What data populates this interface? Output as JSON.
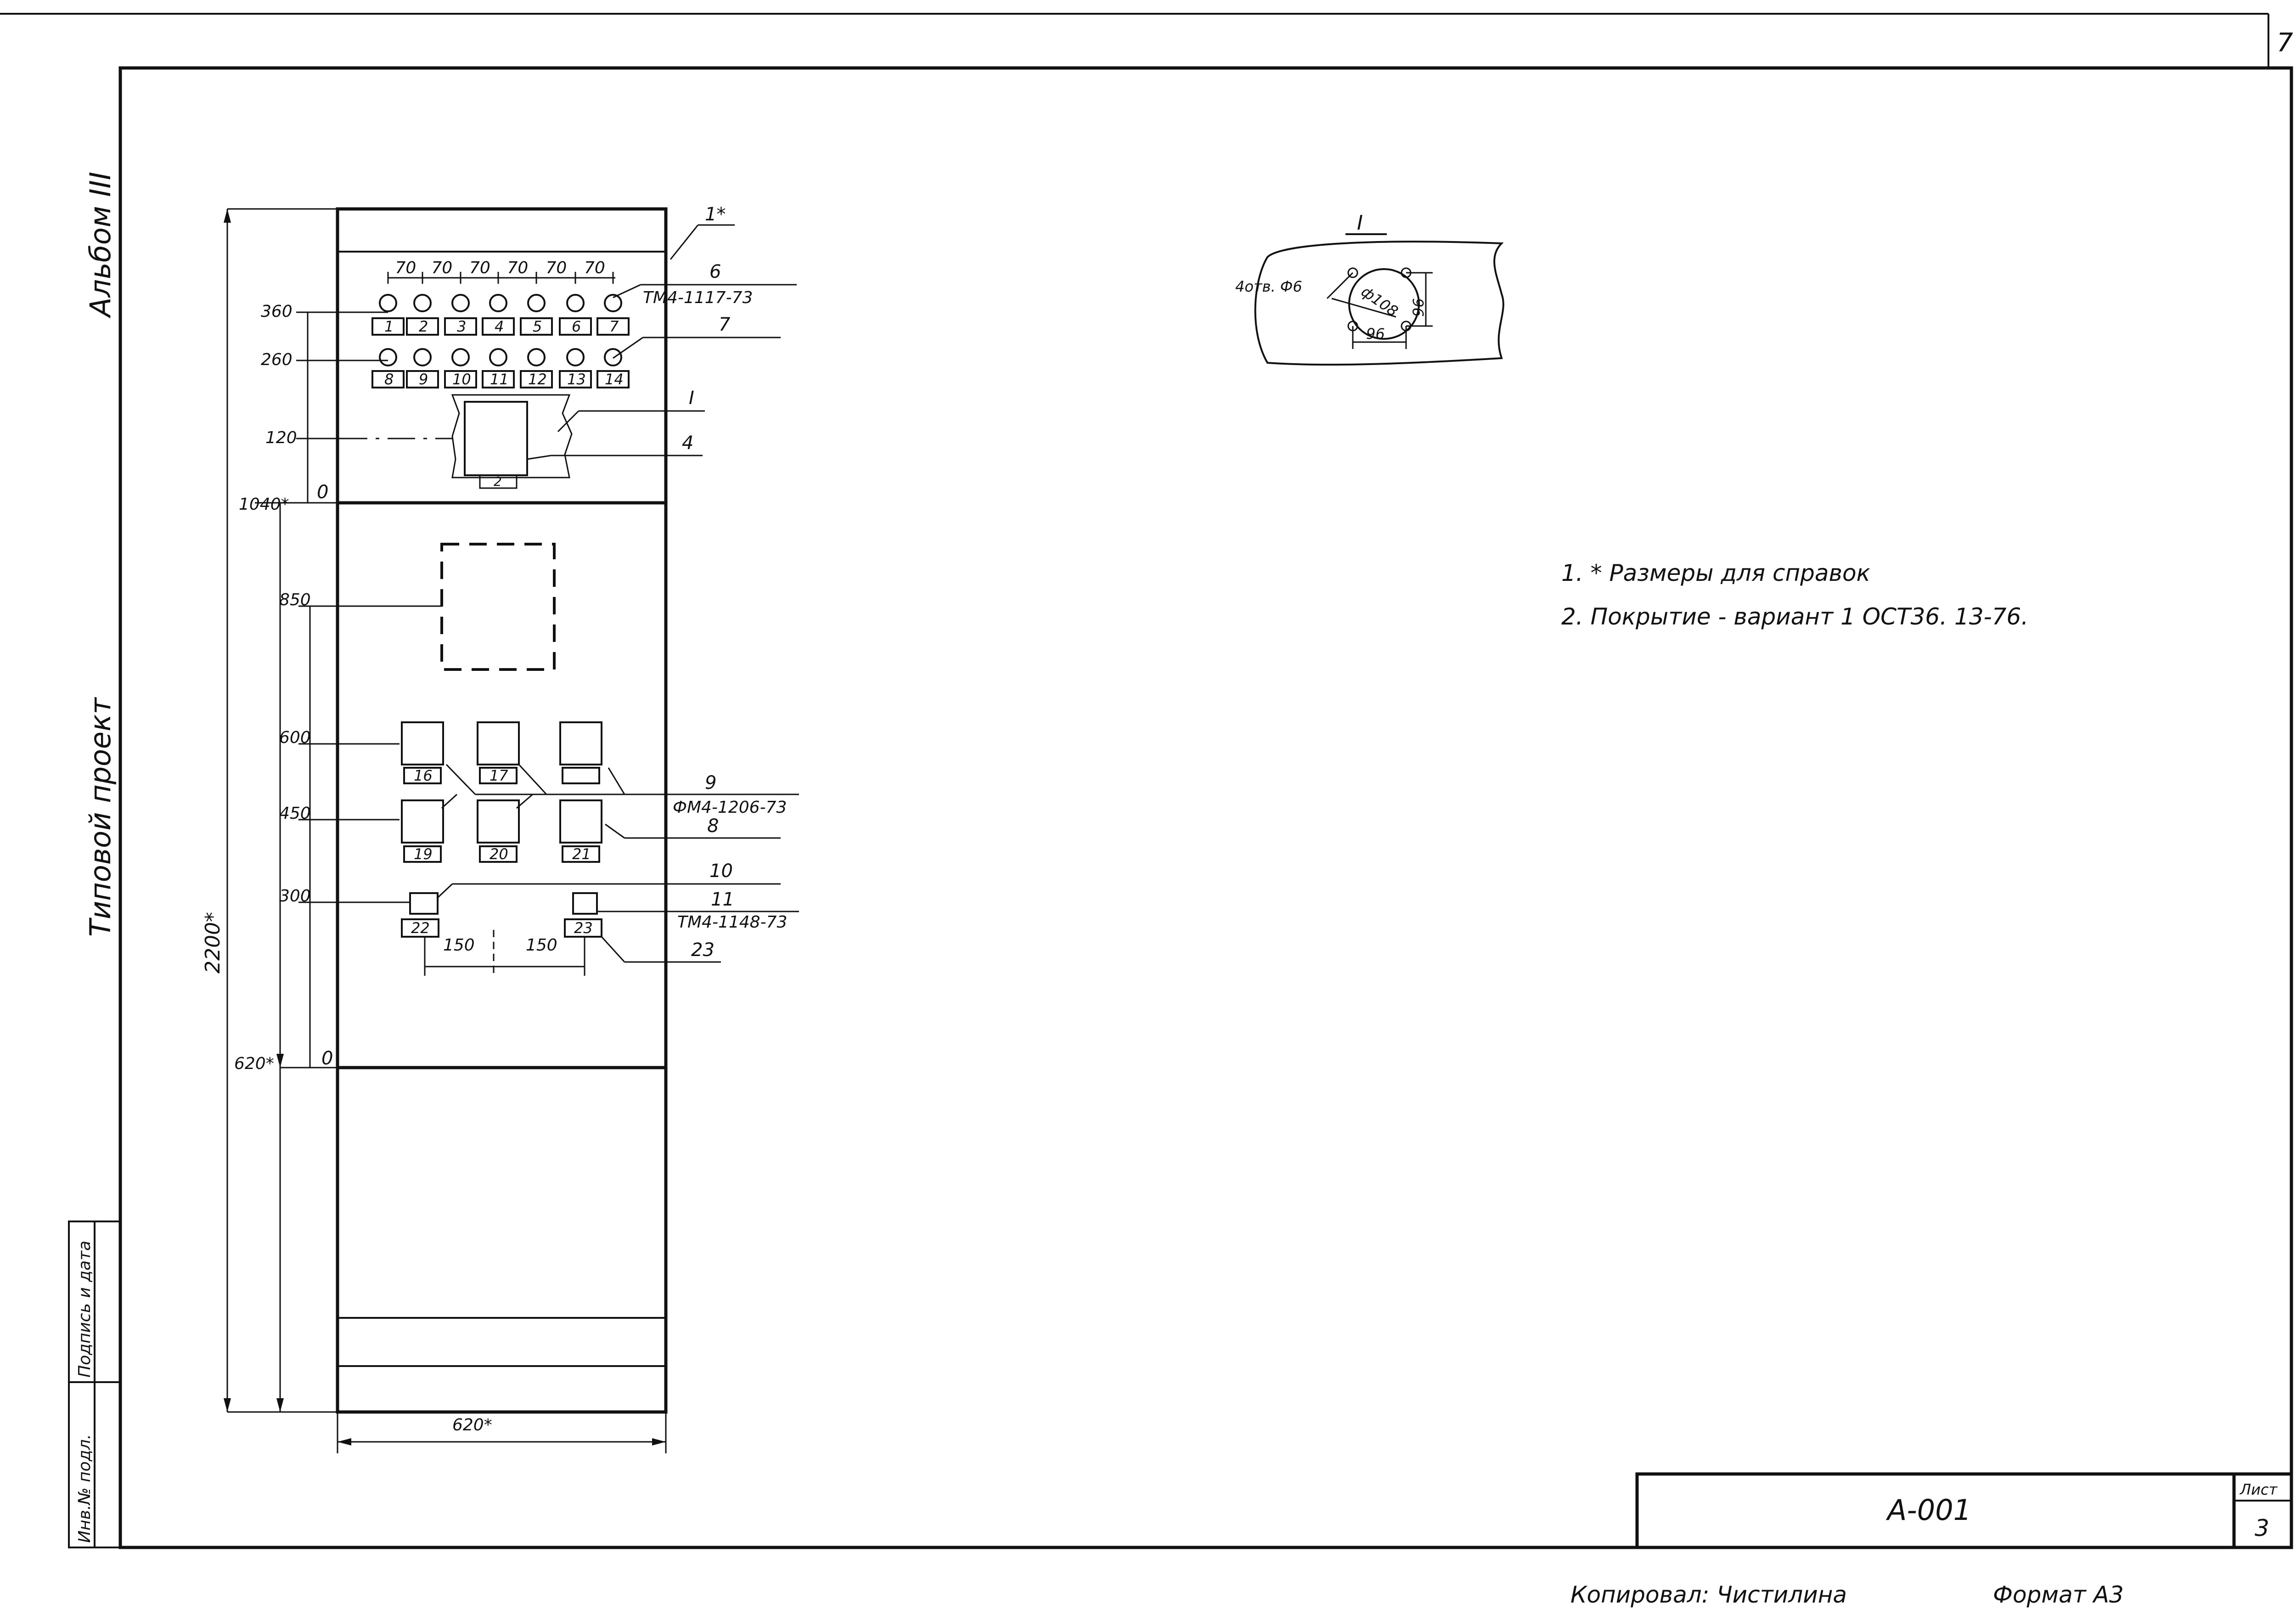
{
  "sheet": {
    "page_corner": "7",
    "left_margin_top": "Альбом III",
    "left_margin_mid": "Типовой проект",
    "stamp_inv": "Инв.№ подл.",
    "stamp_sign": "Подпись и дата"
  },
  "panel": {
    "ref_1": "1*",
    "spacing": [
      "70",
      "70",
      "70",
      "70",
      "70",
      "70"
    ],
    "lamp_labels_row1": [
      "1",
      "2",
      "3",
      "4",
      "5",
      "6",
      "7"
    ],
    "lamp_labels_row2": [
      "8",
      "9",
      "10",
      "11",
      "12",
      "13",
      "14"
    ],
    "instr_labels_top": [
      "16",
      "17",
      ""
    ],
    "instr_labels_bot": [
      "19",
      "20",
      "21"
    ],
    "switch_labels": [
      "22",
      "23"
    ],
    "small_tag": "2"
  },
  "dims": {
    "d360": "360",
    "d260": "260",
    "d120": "120",
    "d1040": "1040*",
    "d0a": "0",
    "d850": "850",
    "d600": "600",
    "d450": "450",
    "d300": "300",
    "d620v": "620*",
    "d0b": "0",
    "d2200": "2200*",
    "d150a": "150",
    "d150b": "150",
    "d620h": "620*"
  },
  "callouts": {
    "c6": "6",
    "c6_code": "ТМ4-1117-73",
    "c7": "7",
    "cI": "I",
    "c4": "4",
    "c9": "9",
    "c9_code": "ФМ4-1206-73",
    "c8": "8",
    "c10": "10",
    "c11": "11",
    "c11_code": "ТМ4-1148-73",
    "c23": "23"
  },
  "detail": {
    "title": "I",
    "holes": "4отв. Ф6",
    "diameter": "ф108",
    "dim_v": "96",
    "dim_h": "96"
  },
  "notes": [
    "1. * Размеры для справок",
    "2. Покрытие - вариант 1 ОСТ36. 13-76."
  ],
  "title_block": {
    "code": "А-001",
    "sheet_label": "Лист",
    "sheet_no": "3"
  },
  "footer": {
    "copied": "Копировал: Чистилина",
    "format": "Формат А3"
  }
}
